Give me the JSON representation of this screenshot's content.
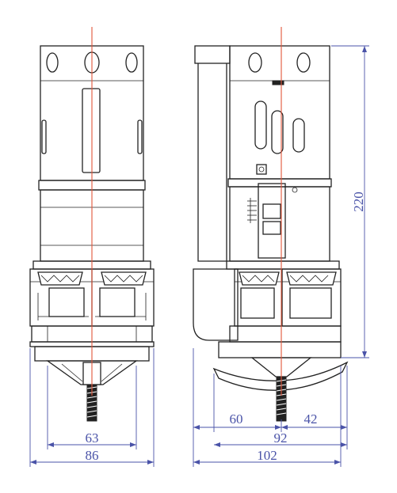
{
  "colors": {
    "outline": "#222222",
    "centerline": "#e2553a",
    "dimension": "#4a53a8"
  },
  "dimensions": {
    "left_view": {
      "width_inner": "63",
      "width_outer": "86"
    },
    "right_view": {
      "height": "220",
      "offset_left": "60",
      "offset_right": "42",
      "width_inner": "92",
      "width_outer": "102"
    }
  }
}
